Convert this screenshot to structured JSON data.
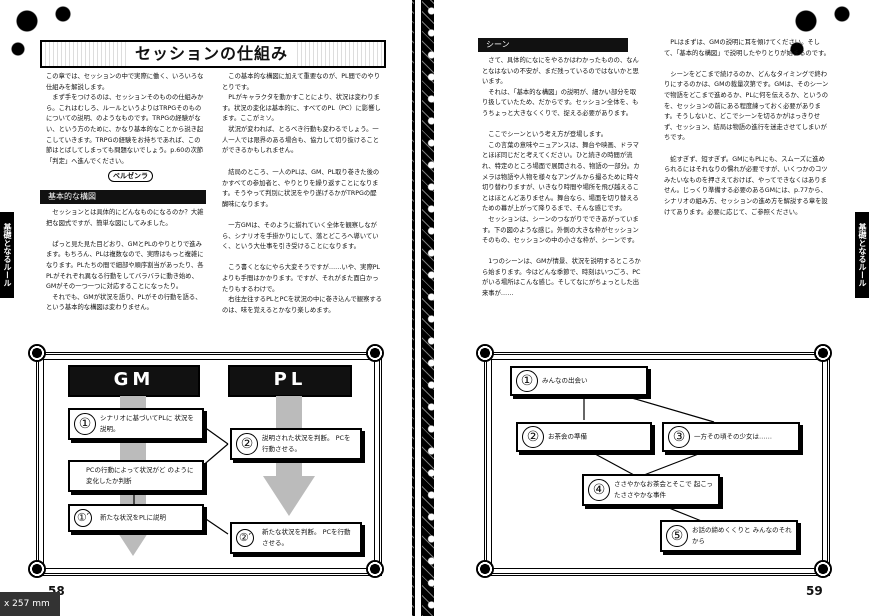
{
  "left_page": {
    "chapter_title": "セッションの仕組み",
    "side_tab": "基礎となるルール",
    "page_number": "58",
    "col1_intro": "この章では、セッションの中で実際に働く、いろいろな仕組みを解説します。\n　まず手をつけるのは、セッションそのものの仕組みから。これはむしろ、ルールというよりはTRPGそのものについての説明、のようなものです。TRPGの経験がない、という方のために、かなり基本的なことから説き起こしていきます。TRPGの経験をお持ちであれば、この節はとばしてしまっても問題ないでしょう。p.60の次節「判定」へ進んでください。",
    "section_heading": "基本的な構図",
    "col1_body": "　セッションとは具体的にどんなものになるのか？大雑把な図式ですが、簡単な図にしてみました。\n\n　ぱっと見た見た目どおり、GMとPLのやりとりで進みます。もちろん、PLは複数なので、実際はもっと複雑になります。PLたちの間で細部や順序割当があったり、各PLがそれぞれ異なる行動をしてバラバラに動き始め、GMがその一つ一つに対応することになったり。\n　それでも、GMが状況を語り、PLがその行動を語る、という基本的な構図は変わりません。",
    "col2_top": "　この基本的な構図に加えて重要なのが、PL間でのやりとりです。\n　PLがキャラクタを動かすことにより、状況は変わります。状況の変化は基本的に、すべてのPL（PC）に影響します。ここがミソ。\n　状況が変われば、とるべき行動も変わるでしょう。一人一人では限界のある場合も、協力して切り抜けることができるかもしれません。",
    "logo_text": "ベルゼンラ",
    "col2_body": "　結局のところ、一人のPLは、GM、PL取り巻きた後のかすべての参加者と、やりとりを繰り返すことになります。そうやって判別に状況をやり遂げるかがTRPGの醍醐味になります。\n\n　一方GMは、そのように揃れていく全体を観察しながら、シナリオを手掛かりにして、落とどころへ導いていく、という大仕事を引き受けることになります。\n\n　こう書くとなにやら大変そうですが……いや、実際PLよりも手間はかかります。ですが、それがまた面白かったりもするわけで。\n　右往左往するPLとPCを状況の中に巻き込んで観察するのは、味を覚えるとかなり楽しめます。",
    "diagram": {
      "gm_label": "GM",
      "pl_label": "PL",
      "boxes": [
        {
          "num": "①",
          "text": "シナリオに基づいてPLに\n状況を説明。"
        },
        {
          "num": "②",
          "text": "説明された状況を判断。\nPCを行動させる。"
        },
        {
          "num": "",
          "text": "PCの行動によって状況がど\nのように変化したか判断"
        },
        {
          "num": "①′",
          "text": "新たな状況をPLに説明"
        },
        {
          "num": "②′",
          "text": "新たな状況を判断。\nPCを行動させる。"
        }
      ]
    }
  },
  "right_page": {
    "side_tab": "基礎となるルール",
    "page_number": "59",
    "section_heading": "シーン",
    "col1_body": "　さて、具体的になにをやるかはわかったものの、なんとなはないの不安が、まだ残っているのではないかと思います。\n　それは、「基本的な構図」の説明が、細かい部分を取り扱していたため、だからです。セッション全体を、もうちょっと大きなくくりで、捉える必要があります。\n\n　ここでシーンという考え方が登場します。\n　この言葉の意味やニュアンスは、舞台や映画、ドラマとほぼ同じだと考えてください。ひと続きの時間が流れ、特定のところ場面で展開される、物語の一部分。カメラは物語や人物を様々なアングルから撮るために時々切り替わりますが、いきなり時間や場所を飛び越えることはほとんどありません。舞台なら、場面を切り替えるための幕が上がって降りるまで、そんな感じです。\n　セッションは、シーンのつながりでできあがっています。下の図のような感じ。外側の大きな枠がセッションそのもの、セッションの中の小さな枠が、シーンです。\n\n　1つのシーンは、GMが情景、状況を説明するところから始まります。今はどんな季節で、時刻はいつごろ、PCがいる場所はこんな感じ。そしてなにがちょっとした出来事が……",
    "col2_body": "　PLはまずは、GMの説明に耳を傾けてください。そして、「基本的な構図」で説明したやりとりが始まるのです。\n\n　シーンをどこまで続けるのか、どんなタイミングで終わりにするのかは、GMの裁量次第です。GMは、そのシーンで物語をどこまで進めるか、PLに何を伝えるか、というのを、セッションの前にある程度練っておく必要があります。そうしないと、どこでシーンを切るかがはっきりせず、セッション、結局は物語の進行を迷走させてしまいがちです。\n\n　蛇すぎず、短すぎず。GMにもPLにも、スムーズに進められるにはそれなりの慣れが必要ですが、いくつかのコツみたいなものを押さえておけば、やってできなくはありません。じっくり準備する必要のあるGMには、p.77から、シナリオの組み方、セッションの進め方を解説する章を設けてあります。必要に応じて、ご参照ください。",
    "diagram": {
      "boxes": [
        {
          "num": "①",
          "text": "みんなの出会い"
        },
        {
          "num": "②",
          "text": "お茶会の準備"
        },
        {
          "num": "③",
          "text": "一方その頃その少女は……"
        },
        {
          "num": "④",
          "text": "ささやかなお茶会とそこで\n起こったささやかな事件"
        },
        {
          "num": "⑤",
          "text": "お話の締めくくりと\nみんなのそれから"
        }
      ]
    }
  },
  "viewer": {
    "size_label": "x 257 mm"
  }
}
